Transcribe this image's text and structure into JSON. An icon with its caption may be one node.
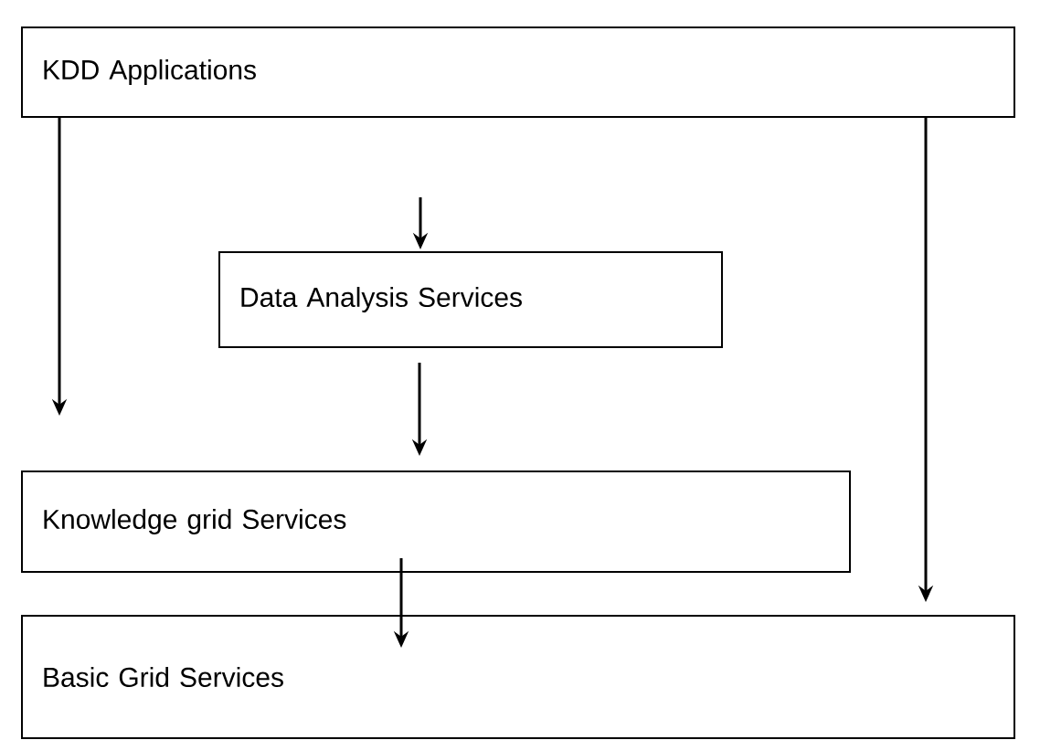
{
  "diagram": {
    "nodes": [
      {
        "text": [
          "KDD Applications"
        ]
      },
      {
        "text": [
          "Data Analysis Services"
        ]
      },
      {
        "text": [
          "Knowledge grid Services"
        ]
      },
      {
        "text": [
          "Basic Grid Services"
        ]
      }
    ],
    "edges": [
      {
        "from": 0,
        "to": 2,
        "arrow": "to"
      },
      {
        "from": null,
        "to": 1,
        "arrow": "to"
      },
      {
        "from": 0,
        "to": 3,
        "arrow": "to"
      },
      {
        "from": 1,
        "to": 2,
        "arrow": "to"
      },
      {
        "from": 2,
        "to": 3,
        "arrow": "to"
      }
    ]
  }
}
